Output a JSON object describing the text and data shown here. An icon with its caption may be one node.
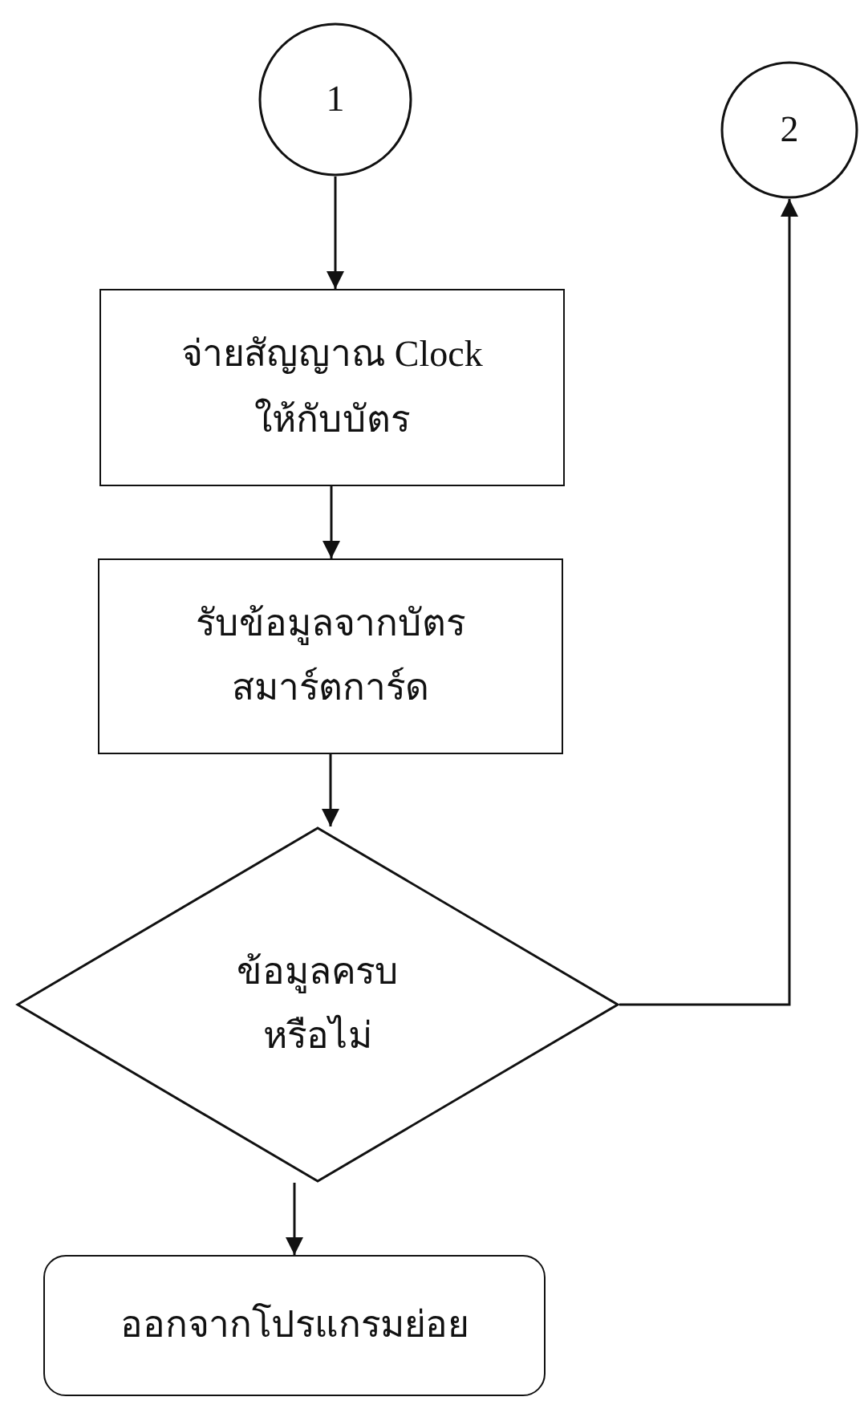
{
  "diagram": {
    "nodes": [
      {
        "text": [
          "1"
        ]
      },
      {
        "text": [
          "2"
        ]
      },
      {
        "text": [
          "จ่ายสัญญาณ Clock ให้กับบัตร"
        ]
      },
      {
        "text": [
          "รับข้อมูลจากบัตร สมาร์ตการ์ด"
        ]
      },
      {
        "text": [
          "ข้อมูลครบ หรือไม่"
        ]
      },
      {
        "text": [
          "ออกจากโปรแกรมย่อย"
        ]
      }
    ],
    "edges": [
      {
        "from": 0,
        "to": 2,
        "arrow": "to"
      },
      {
        "from": 2,
        "to": 3,
        "arrow": "to"
      },
      {
        "from": 3,
        "to": 4,
        "arrow": "to"
      },
      {
        "from": 4,
        "to": 5,
        "arrow": "to"
      },
      {
        "from": 4,
        "to": 1,
        "arrow": "to"
      }
    ]
  }
}
